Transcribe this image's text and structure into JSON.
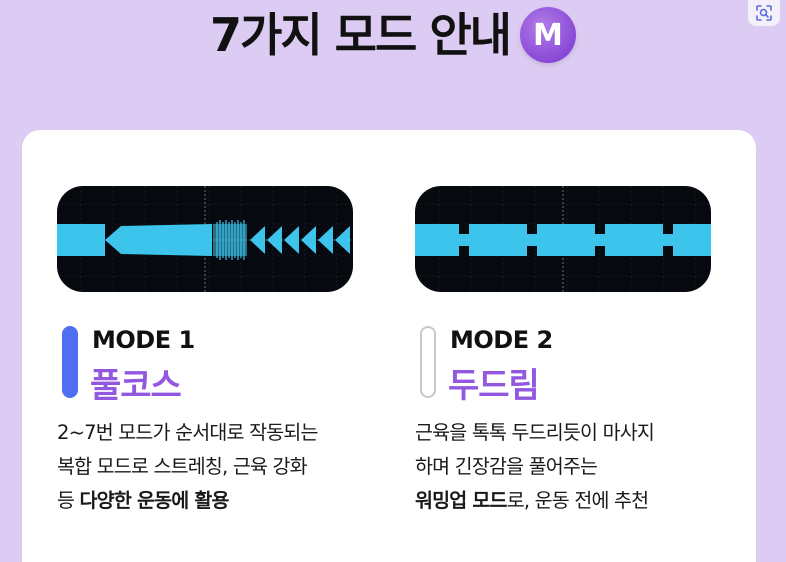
{
  "header": {
    "title": "7가지 모드 안내",
    "badge_letter": "M"
  },
  "modes": [
    {
      "label": "MODE 1",
      "name": "풀코스",
      "lines": [
        "2~7번 모드가 순서대로 작동되는",
        "복합 모드로 스트레칭, 근육 강화"
      ],
      "line3_plain": "등 ",
      "line3_bold": "다양한 운동에 활용",
      "line3_tail": ""
    },
    {
      "label": "MODE 2",
      "name": "두드림",
      "lines": [
        "근육을 톡톡 두드리듯이 마사지",
        "하며 긴장감을 풀어주는"
      ],
      "line3_plain": "",
      "line3_bold": "워밍업 모드",
      "line3_tail": "로, 운동 전에 추천"
    }
  ],
  "colors": {
    "background": "#dccbf3",
    "accent_purple": "#9258e0",
    "mode1_bar": "#4f6ef0",
    "wave_cyan": "#3cc4ec",
    "screen_bg": "#06090d"
  }
}
